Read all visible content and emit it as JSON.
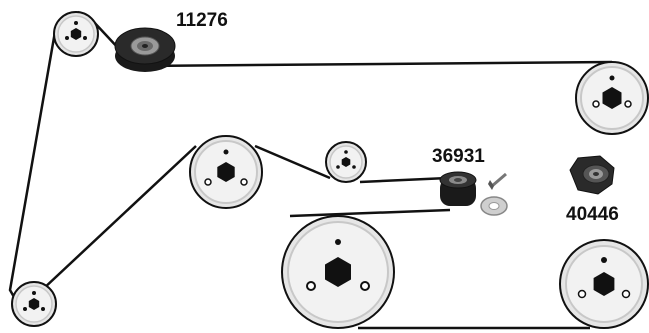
{
  "diagram": {
    "part_numbers": {
      "idler_top": "11276",
      "idler_middle": "36931",
      "tensioner": "40446"
    },
    "colors": {
      "belt": "#111111",
      "pulley_fill": "#e6e6e6",
      "pulley_ring": "#c8c8c8",
      "hub": "#111111",
      "roller_dark": "#2a2a2a"
    }
  }
}
